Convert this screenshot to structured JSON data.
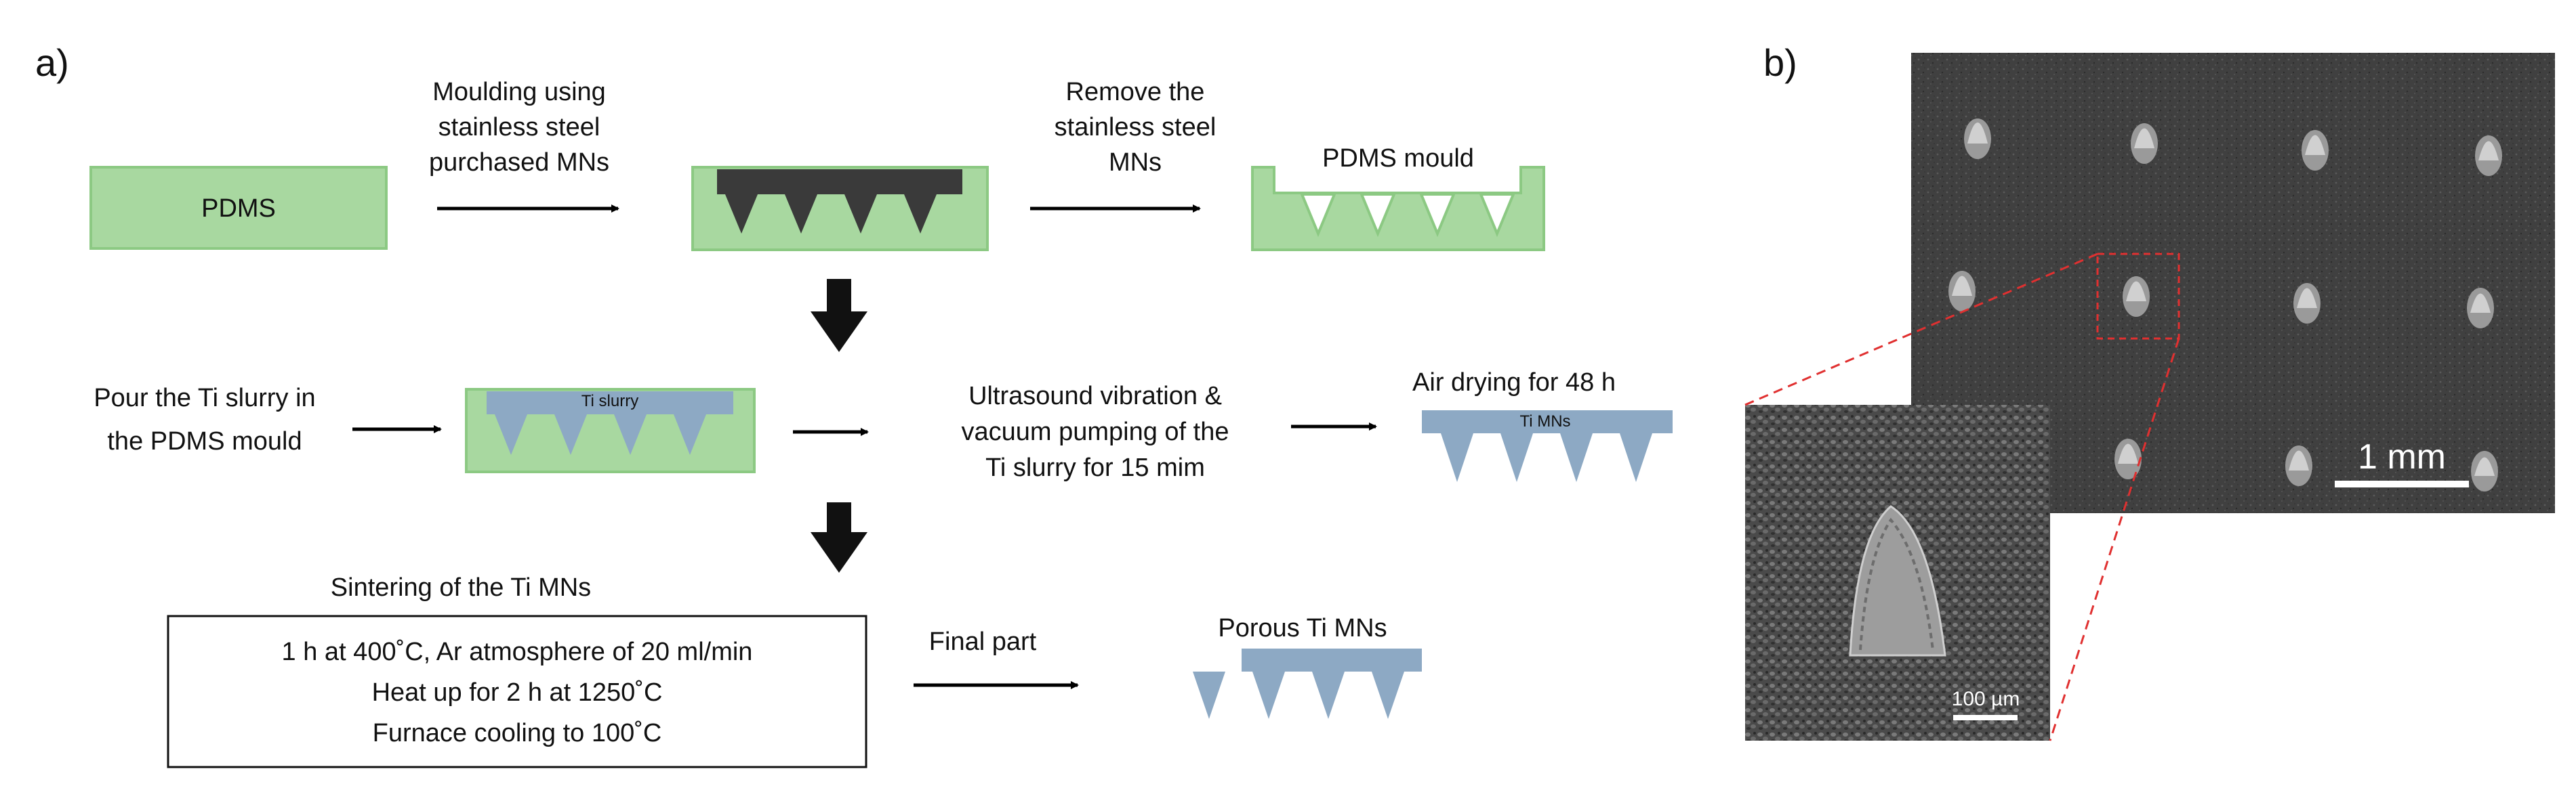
{
  "panel_a": {
    "label": "a)",
    "row1": {
      "pdms_label": "PDMS",
      "step1_lines": [
        "Moulding using",
        "stainless steel",
        "purchased MNs"
      ],
      "step2_lines": [
        "Remove the",
        "stainless steel",
        "MNs"
      ],
      "mould_label": "PDMS mould"
    },
    "row2": {
      "pour_lines": [
        "Pour the Ti slurry in",
        "the PDMS mould"
      ],
      "slurry_label": "Ti slurry",
      "ultrasound_lines": [
        "Ultrasound vibration &",
        "vacuum pumping of the",
        "Ti slurry for 15 mim"
      ],
      "air_drying": "Air drying for 48 h",
      "mns_label": "Ti MNs"
    },
    "row3": {
      "sintering_title": "Sintering of the Ti MNs",
      "sintering_lines": [
        "1 h at 400˚C, Ar atmosphere of 20 ml/min",
        "Heat up for 2 h at 1250˚C",
        "Furnace cooling to 100˚C"
      ],
      "final_part": "Final part",
      "porous_label": "Porous Ti MNs"
    }
  },
  "panel_b": {
    "label": "b)",
    "scale_main": "1 mm",
    "scale_inset": "100 µm"
  },
  "colors": {
    "pdms_green": "#a8d8a0",
    "pdms_border": "#8cc983",
    "steel_dark": "#3a3a3a",
    "ti_blue": "#8da9c4",
    "sem_background": "#3e3e3e",
    "zoom_line": "#e03030"
  }
}
